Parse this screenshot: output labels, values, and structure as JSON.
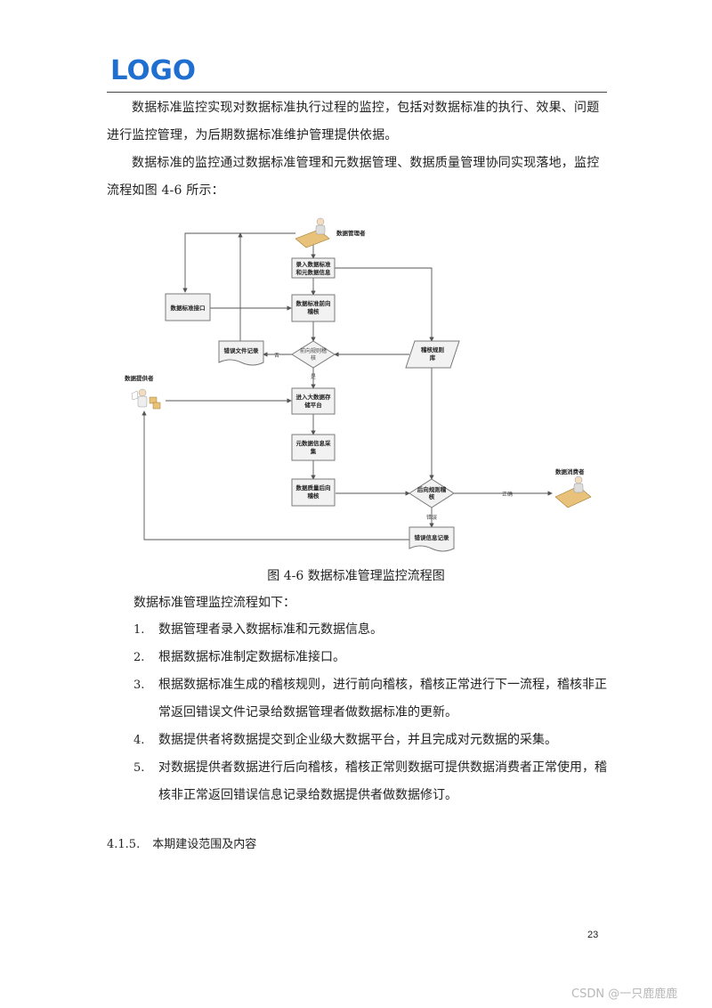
{
  "header": {
    "logo_text": "LOGO",
    "logo_color": "#1f6fd1"
  },
  "paragraphs": [
    "数据标准监控实现对数据标准执行过程的监控，包括对数据标准的执行、效果、问题进行监控管理，为后期数据标准维护管理提供依据。",
    "数据标准的监控通过数据标准管理和元数据管理、数据质量管理协同实现落地，监控流程如图 4-6 所示："
  ],
  "figure": {
    "caption": "图 4-6 数据标准管理监控流程图",
    "nodes": {
      "data_manager": "数据管理者",
      "input_std": [
        "录入数据标准",
        "和元数据信息"
      ],
      "std_interface": "数据标准接口",
      "forward_audit": [
        "数据标准前向",
        "稽核"
      ],
      "error_file": "错误文件记录",
      "forward_rule": [
        "前向规则稽",
        "核"
      ],
      "audit_rule_lib": [
        "稽核规则",
        "库"
      ],
      "data_provider": "数据提供者",
      "enter_platform": [
        "进入大数据存",
        "储平台"
      ],
      "metadata_collect": [
        "元数据信息采",
        "集"
      ],
      "quality_audit": [
        "数据质量后向",
        "稽核"
      ],
      "backward_rule": [
        "后向规则稽",
        "核"
      ],
      "data_consumer": "数据消费者",
      "error_info": "错误信息记录"
    },
    "edge_labels": {
      "no": "否",
      "yes": "是",
      "normal": "正确",
      "error": "错误"
    }
  },
  "list_intro": "数据标准管理监控流程如下：",
  "list_items": [
    {
      "num": "1.",
      "text": "数据管理者录入数据标准和元数据信息。"
    },
    {
      "num": "2.",
      "text": "根据数据标准制定数据标准接口。"
    },
    {
      "num": "3.",
      "text": "根据数据标准生成的稽核规则，进行前向稽核，稽核正常进行下一流程，稽核非正常返回错误文件记录给数据管理者做数据标准的更新。"
    },
    {
      "num": "4.",
      "text": "数据提供者将数据提交到企业级大数据平台，并且完成对元数据的采集。"
    },
    {
      "num": "5.",
      "text": "对数据提供者数据进行后向稽核，稽核正常则数据可提供数据消费者正常使用，稽核非正常返回错误信息记录给数据提供者做数据修订。"
    }
  ],
  "section": {
    "number": "4.1.5.",
    "title": "本期建设范围及内容"
  },
  "page_number": "23",
  "watermark": "CSDN @一只鹿鹿鹿"
}
